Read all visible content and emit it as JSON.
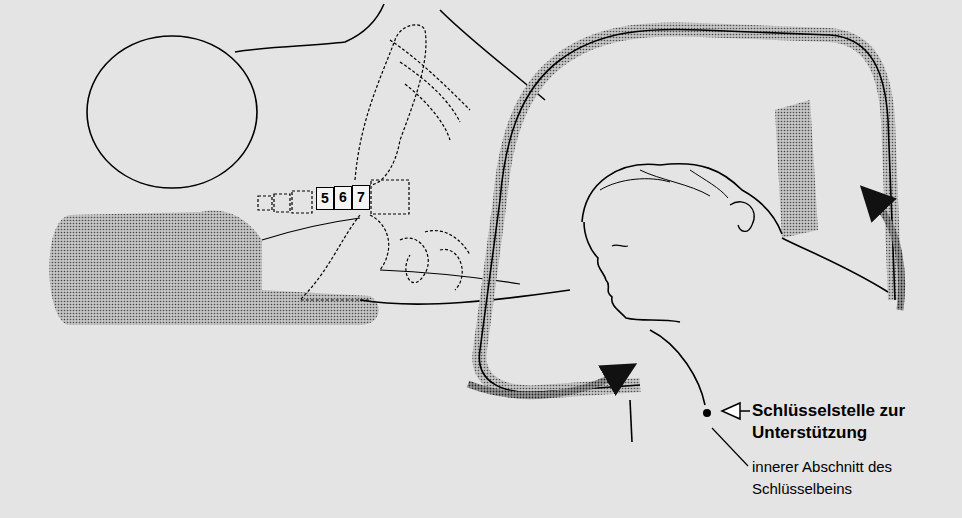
{
  "diagram": {
    "nodes": [
      {
        "text": [
          "5"
        ]
      },
      {
        "text": [
          "6"
        ]
      },
      {
        "text": [
          "7"
        ]
      }
    ],
    "labels": [
      "Schlüsselstelle zur Unterstützung",
      "innerer Abschnitt des Schlüsselbeins"
    ]
  }
}
